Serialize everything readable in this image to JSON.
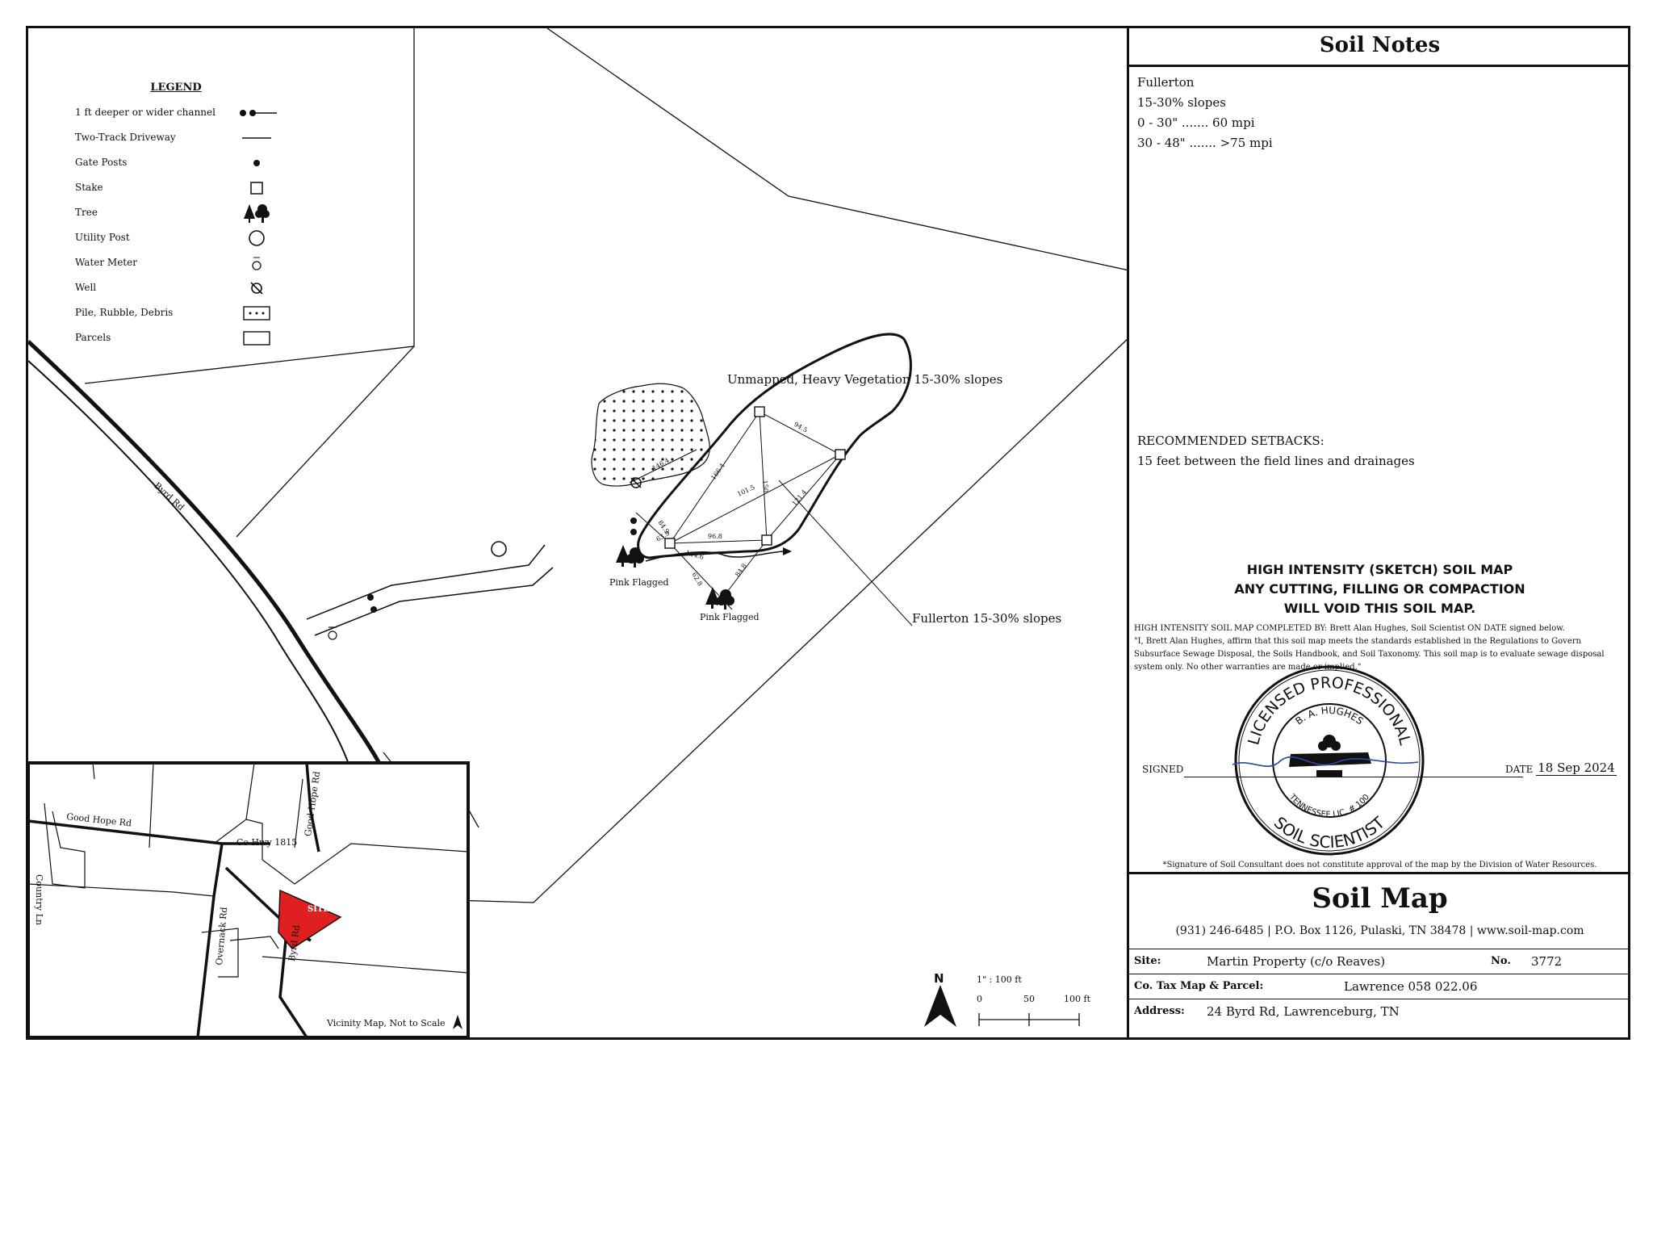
{
  "legend": {
    "title": "LEGEND",
    "items": [
      {
        "label": "1 ft deeper or wider channel",
        "icon": "channel-arrow-icon"
      },
      {
        "label": "Two-Track Driveway",
        "icon": "line-icon"
      },
      {
        "label": "Gate Posts",
        "icon": "dot-icon"
      },
      {
        "label": "Stake",
        "icon": "square-icon"
      },
      {
        "label": "Tree",
        "icon": "tree-icon"
      },
      {
        "label": "Utility Post",
        "icon": "circle-icon"
      },
      {
        "label": "Water Meter",
        "icon": "water-meter-icon"
      },
      {
        "label": "Well",
        "icon": "well-icon"
      },
      {
        "label": "Pile, Rubble, Debris",
        "icon": "dotted-box-icon"
      },
      {
        "label": "Parcels",
        "icon": "box-icon"
      }
    ]
  },
  "map": {
    "road_label": "Byrd Rd",
    "unmapped_label": "Unmapped, Heavy Vegetation 15-30% slopes",
    "fullerton_label": "Fullerton 15-30% slopes",
    "pink_flagged_1": "Pink Flagged",
    "pink_flagged_2": "Pink Flagged",
    "measurements": [
      "146.4",
      "166.4",
      "94.5",
      "150",
      "121.4",
      "101.5",
      "84.9",
      "63.9",
      "96.8",
      "144.6",
      "62.8",
      "84.8"
    ],
    "north_label": "N",
    "scale": {
      "ratio": "1\" : 100 ft",
      "ticks": [
        "0",
        "50",
        "100 ft"
      ]
    }
  },
  "vicinity": {
    "roads": [
      "Good Hope Rd",
      "Country Ln",
      "Co Hwy 1815",
      "Good Hope Rd",
      "Overnack Rd",
      "Byrd Rd"
    ],
    "site_label": "SITE",
    "caption": "Vicinity Map, Not to Scale",
    "site_color": "#e02020"
  },
  "panel": {
    "notes_title": "Soil Notes",
    "notes": [
      "Fullerton",
      "15-30% slopes",
      "0 - 30\" ....... 60 mpi",
      "30 - 48\" ....... >75 mpi"
    ],
    "setbacks_title": "RECOMMENDED SETBACKS:",
    "setbacks_text": "15 feet between the field lines and drainages",
    "warning": [
      "HIGH INTENSITY (SKETCH) SOIL MAP",
      "ANY CUTTING, FILLING OR COMPACTION",
      "WILL VOID THIS SOIL MAP."
    ],
    "completed_by": "HIGH INTENSITY SOIL MAP COMPLETED BY: Brett Alan Hughes, Soil Scientist ON DATE signed below.",
    "affirmation": "\"I, Brett Alan Hughes, affirm that this soil map meets the standards established in the Regulations to Govern Subsurface Sewage Disposal, the Soils Handbook, and Soil Taxonomy. This soil map is to evaluate sewage disposal system only. No other warranties are made or implied.\"",
    "signed_label": "SIGNED",
    "date_label": "DATE",
    "date_value": "18 Sep 2024",
    "seal": {
      "outer_top": "LICENSED PROFESSIONAL",
      "outer_bottom": "SOIL SCIENTIST",
      "inner_top": "B. A. HUGHES",
      "inner_bottom": "TENNESSEE LIC. # 100"
    },
    "disclaimer": "*Signature of Soil Consultant does not constitute approval of the map by the Division of Water Resources."
  },
  "title_block": {
    "title": "Soil Map",
    "contact": "(931) 246-6485  |  P.O. Box 1126, Pulaski, TN 38478  |  www.soil-map.com",
    "site_label": "Site:",
    "site_value": "Martin Property (c/o Reaves)",
    "no_label": "No.",
    "no_value": "3772",
    "tax_label": "Co. Tax Map & Parcel:",
    "tax_value": "Lawrence 058  022.06",
    "address_label": "Address:",
    "address_value": "24 Byrd Rd, Lawrenceburg, TN"
  }
}
